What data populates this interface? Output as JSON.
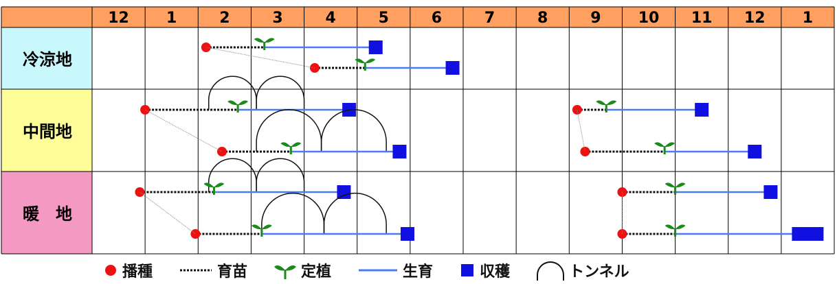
{
  "chart_data": {
    "type": "timeline",
    "months": [
      "12",
      "1",
      "2",
      "3",
      "4",
      "5",
      "6",
      "7",
      "8",
      "9",
      "10",
      "11",
      "12",
      "1"
    ],
    "regions": [
      {
        "name": "冷涼地",
        "color": "#c8f8fc",
        "rows": [
          {
            "sow": 2.15,
            "transplant": 3.25,
            "harvest": 5.35,
            "tunnel": null
          },
          {
            "sow": 4.2,
            "transplant": 5.15,
            "harvest": 6.8,
            "tunnel": null
          }
        ]
      },
      {
        "name": "中間地",
        "color": "#fcfc98",
        "rows": [
          {
            "sow": 1.0,
            "transplant": 2.75,
            "harvest": 4.85,
            "tunnel": [
              2.2,
              4.0
            ]
          },
          {
            "sow": 2.45,
            "transplant": 3.75,
            "harvest": 5.8,
            "tunnel": [
              3.1,
              5.55
            ]
          },
          {
            "sow": 9.15,
            "transplant": 9.7,
            "harvest": 11.5,
            "tunnel": null
          },
          {
            "sow": 9.3,
            "transplant": 10.8,
            "harvest": 12.5,
            "tunnel": null
          }
        ]
      },
      {
        "name": "暖　地",
        "color": "#f498c4",
        "rows": [
          {
            "sow": 0.9,
            "transplant": 2.3,
            "harvest": 4.75,
            "tunnel": [
              2.2,
              4.0
            ]
          },
          {
            "sow": 1.95,
            "transplant": 3.2,
            "harvest": 5.95,
            "tunnel": [
              3.2,
              5.55
            ]
          },
          {
            "sow": 10.0,
            "transplant": 11.0,
            "harvest": 12.8,
            "tunnel": null
          },
          {
            "sow": 10.0,
            "transplant": 11.0,
            "harvest": 13.5,
            "tunnel": null
          }
        ]
      }
    ],
    "legend": [
      {
        "key": "sow",
        "label": "播種",
        "color": "#ee1111"
      },
      {
        "key": "nursery",
        "label": "育苗",
        "color": "#000000"
      },
      {
        "key": "transplant",
        "label": "定植",
        "color": "#1a8a1a"
      },
      {
        "key": "growth",
        "label": "生育",
        "color": "#4a7cf0"
      },
      {
        "key": "harvest",
        "label": "収穫",
        "color": "#1010e0"
      },
      {
        "key": "tunnel",
        "label": "トンネル",
        "color": "#000000"
      }
    ]
  }
}
